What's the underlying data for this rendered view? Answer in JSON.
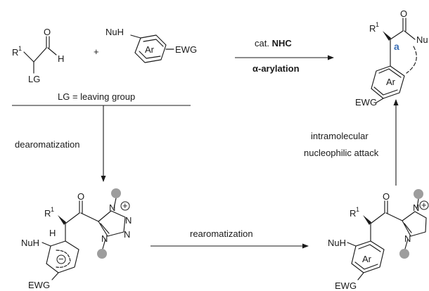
{
  "reaction": {
    "reagent_label": "cat. NHC",
    "reagent_prefix": "cat. ",
    "reagent_bold": "NHC",
    "type_label": "α-arylation",
    "leaving_group_note": "LG = leaving group"
  },
  "steps": {
    "step1": "dearomatization",
    "step2": "rearomatization",
    "step3_line1": "intramolecular",
    "step3_line2": "nucleophilic attack"
  },
  "atoms": {
    "r": "R",
    "one": "1",
    "o": "O",
    "h": "H",
    "lg": "LG",
    "plus": "+",
    "nuh": "NuH",
    "ar": "Ar",
    "ewg": "EWG",
    "n": "N",
    "nu": "Nu",
    "bond_label": "a",
    "plus_charge": "+",
    "minus_charge": "−"
  },
  "colors": {
    "ink": "#1a1a1a",
    "bond_label": "#3b6fb6",
    "substituent_dot": "#9d9d9d"
  }
}
